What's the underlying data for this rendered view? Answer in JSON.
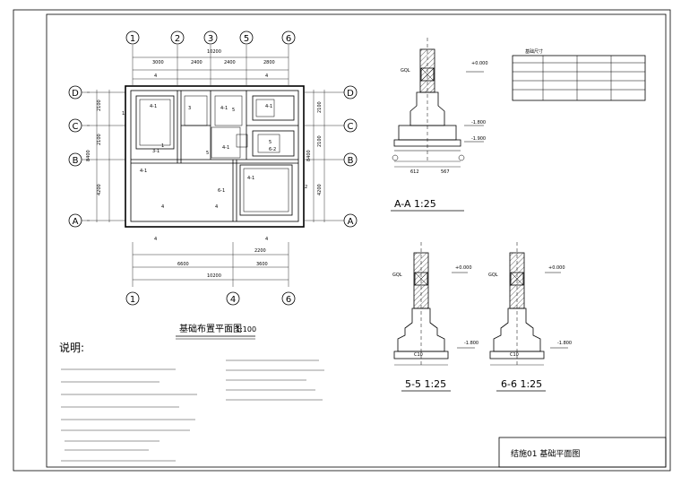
{
  "axes_top": [
    "1",
    "2",
    "3",
    "5",
    "6"
  ],
  "axes_bottom": [
    "1",
    "4",
    "6"
  ],
  "axes_left": [
    "D",
    "C",
    "B",
    "A"
  ],
  "axes_right": [
    "D",
    "C",
    "B",
    "A"
  ],
  "plan_title": "基础布置平面图",
  "plan_scale": "1:100",
  "section_labels": [
    "A-A 1:25",
    "5-5 1:25",
    "6-6 1:25"
  ],
  "notes_title": "说明:",
  "title_block": "结施01 基础平面图"
}
